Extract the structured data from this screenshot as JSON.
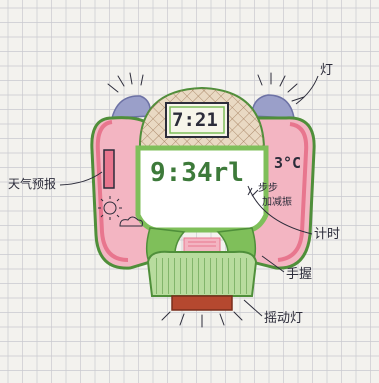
{
  "sketch": {
    "colors": {
      "paper": "#f3f2ee",
      "grid": "#c9c9cf",
      "body_green": "#7fbf5a",
      "outline_green": "#4f8f3a",
      "pink": "#e8768e",
      "pink_light": "#f3b5c2",
      "top_cap": "#c9a27a",
      "bulb": "#9a9fc9",
      "base_red": "#b5482f",
      "ink": "#2c2c3a",
      "screen_green": "#3d7a3a"
    },
    "labels": {
      "lamp": "灯",
      "weather": "天气预报",
      "step_counter_line1": "步步",
      "step_counter_line2": "加减振",
      "timer": "计时",
      "grip": "手握",
      "shake_light": "摇动灯"
    },
    "displays": {
      "clock": "7:21",
      "main_readout": "9:34rl",
      "temperature": "3°C"
    }
  }
}
